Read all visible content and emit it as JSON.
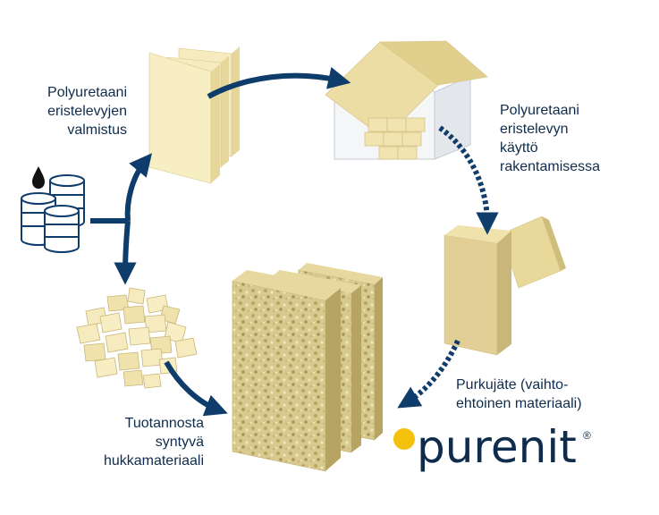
{
  "labels": {
    "production": [
      "Polyuretaani",
      "eristelevyjen",
      "valmistus"
    ],
    "usage": [
      "Polyuretaani",
      "eristelevyn",
      "käyttö",
      "rakentamisessa"
    ],
    "demolition": [
      "Purkujäte (vaihto-",
      "ehtoinen materiaali)"
    ],
    "waste": [
      "Tuotannosta",
      "syntyvä",
      "hukkamateriaali"
    ]
  },
  "logo": {
    "word": "purenit",
    "mark": "®"
  },
  "colors": {
    "arrow": "#0f3d6b",
    "board_face": "#f5ebbe",
    "board_side": "#e6d69a",
    "house_roof": "#ecdda4",
    "house_wall": "#f4f6f8",
    "accent_dot": "#f4c20d",
    "text": "#0f2c4c"
  },
  "icons": [
    "oil-drop-icon",
    "oil-barrels-icon",
    "insulation-boards-icon",
    "house-icon",
    "demolition-panels-icon",
    "foam-scraps-icon",
    "recycled-boards-icon"
  ]
}
